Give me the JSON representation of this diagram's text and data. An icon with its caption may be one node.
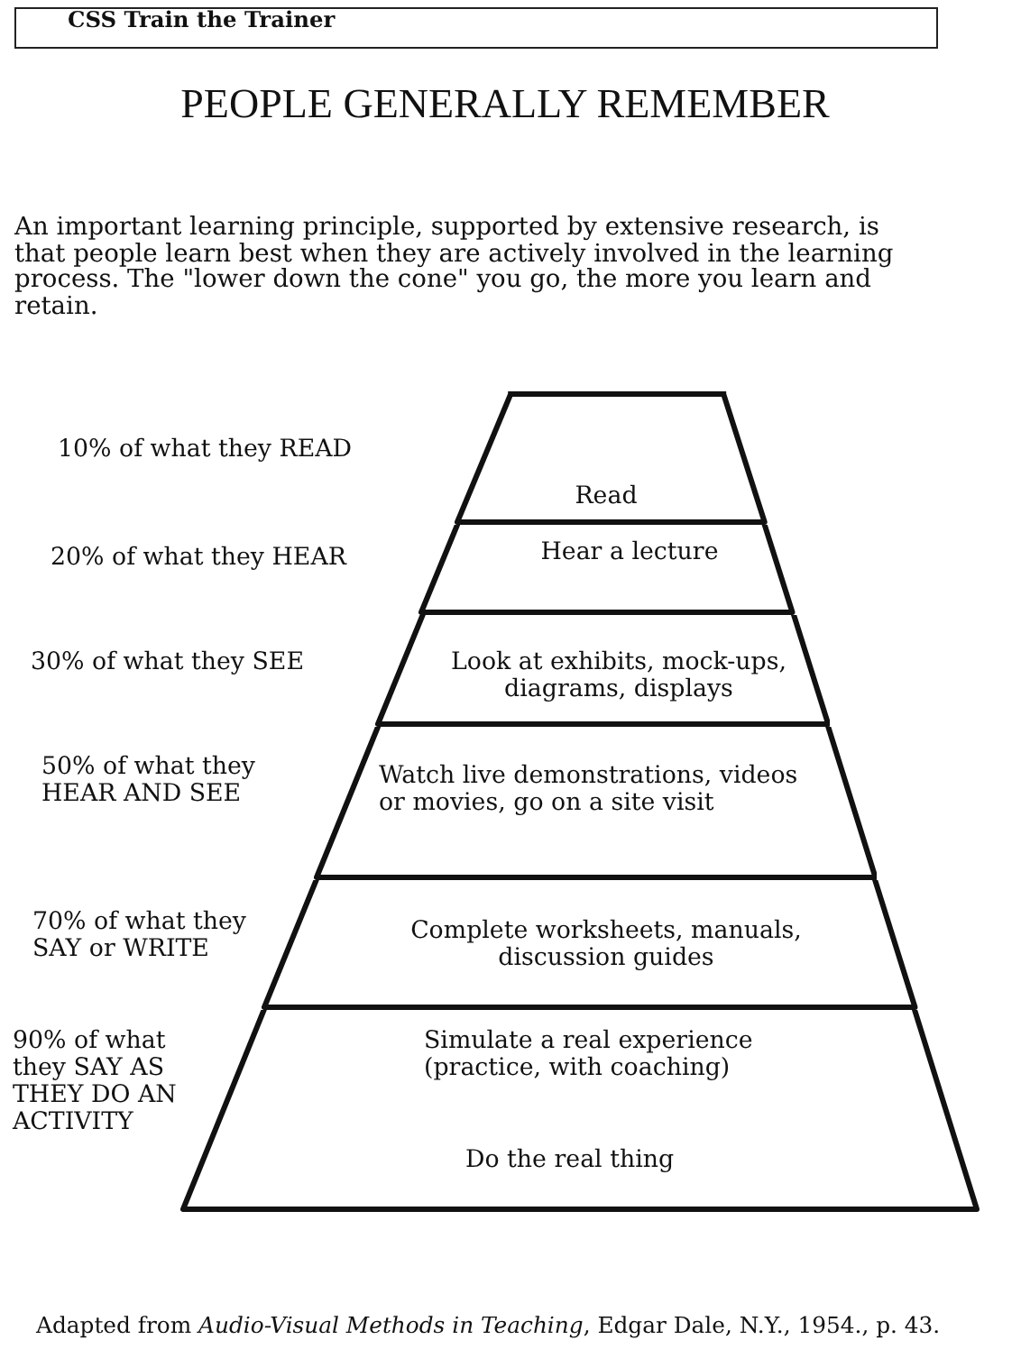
{
  "diagram": {
    "title": "PEOPLE GENERALLY REMEMBER",
    "nodes": [
      {
        "text": [
          "CSS Train the Trainer"
        ]
      },
      {
        "text": [
          "Read"
        ]
      },
      {
        "text": [
          "Hear a lecture"
        ]
      },
      {
        "text": [
          "Look at exhibits, mock-ups, diagrams, displays"
        ]
      },
      {
        "text": [
          "Watch live demonstrations, videos or movies, go on a site visit"
        ],
        "beside": [
          "50% of what they HEAR AND SEE"
        ]
      },
      {
        "text": [
          "Complete worksheets, manuals, discussion guides"
        ],
        "beside": [
          "70% of what they SAY or WRITE"
        ]
      },
      {
        "text": [
          "Simulate a real experience (practice, with coaching)",
          "Do the real thing"
        ],
        "beside": [
          "90% of what they SAY AS THEY DO AN ACTIVITY"
        ]
      }
    ],
    "labels": [
      "An important learning principle, supported by extensive research, is that people learn best when they are actively involved in the learning process. The \"lower down the cone\" you go, the more you learn and retain.",
      "10% of what they READ",
      "20% of what they HEAR",
      "30% of what they SEE"
    ],
    "caption": "Adapted from *Audio-Visual Methods in Teaching*, Edgar Dale, N.Y., 1954., p. 43."
  }
}
